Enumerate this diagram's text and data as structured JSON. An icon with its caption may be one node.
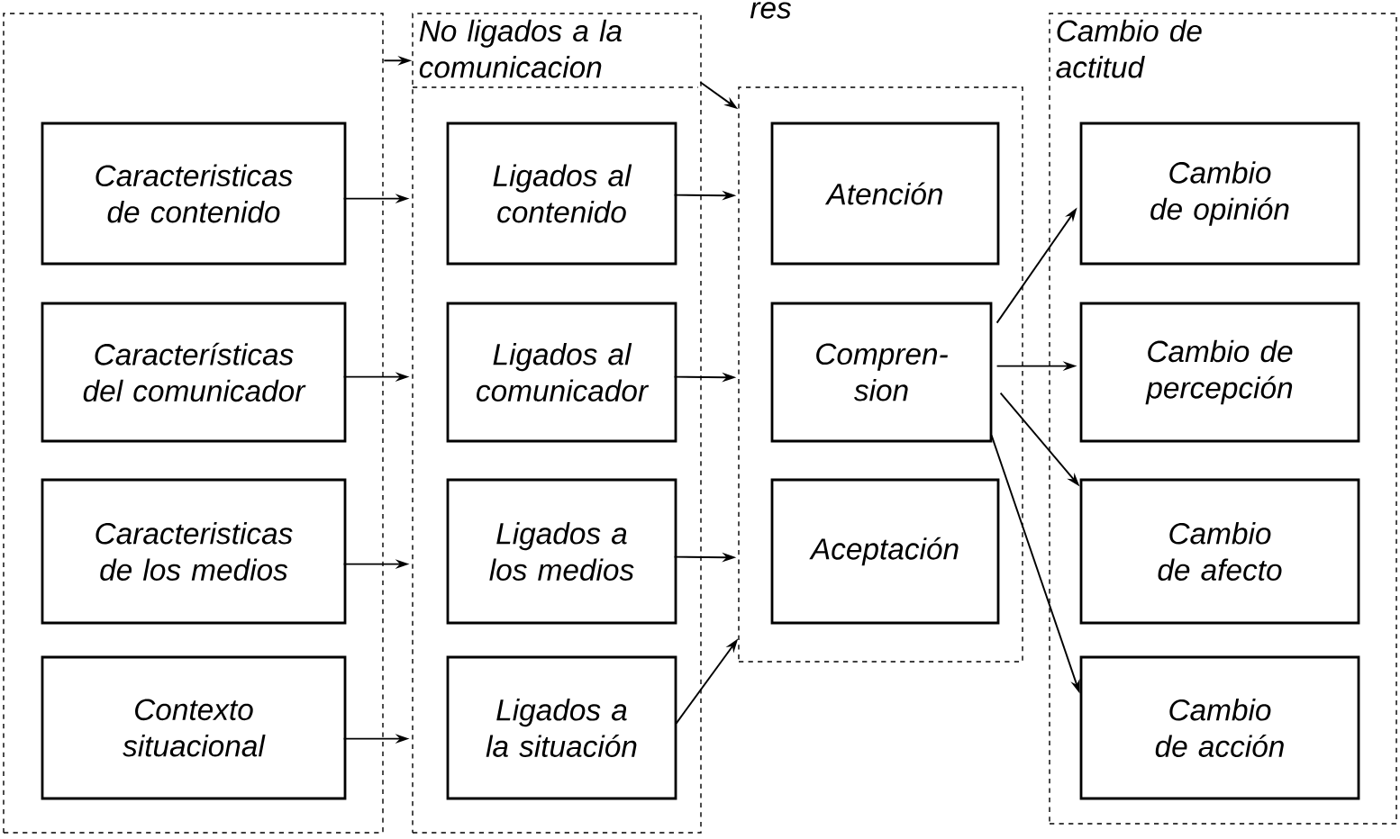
{
  "diagram": {
    "nodes": [
      {
        "text": [],
        "shape": "box"
      },
      {
        "text": [
          "Caracteristicas de contenido"
        ],
        "in": 0
      },
      {
        "text": [
          "Características del comunicador"
        ],
        "in": 0
      },
      {
        "text": [
          "Caracteristicas de los medios"
        ],
        "in": 0
      },
      {
        "text": [
          "Contexto situacional"
        ],
        "in": 0
      },
      {
        "text": [
          "No ligados a la comunicacion"
        ]
      },
      {
        "text": [
          "Ligados al contenido"
        ],
        "in": 5
      },
      {
        "text": [
          "Ligados al comunicador"
        ],
        "in": 5
      },
      {
        "text": [
          "Ligados a los medios"
        ],
        "in": 5
      },
      {
        "text": [
          "Ligados a la situación"
        ],
        "in": 5
      },
      {
        "text": [],
        "shape": "box"
      },
      {
        "text": [
          "Atención"
        ],
        "in": 10
      },
      {
        "text": [
          "Compren- sion"
        ],
        "in": 10
      },
      {
        "text": [
          "Aceptación"
        ],
        "in": 10
      },
      {
        "text": [
          "Cambio de actitud"
        ]
      },
      {
        "text": [
          "Cambio de opinión"
        ],
        "in": 14
      },
      {
        "text": [
          "Cambio de percepción"
        ],
        "in": 14
      },
      {
        "text": [
          "Cambio de afecto"
        ],
        "in": 14
      },
      {
        "text": [
          "Cambio de acción"
        ],
        "in": 14
      }
    ],
    "edges": [
      {
        "from": 0,
        "to": 5,
        "arrow": "to"
      },
      {
        "from": 5,
        "to": 10,
        "arrow": "to"
      },
      {
        "from": 1,
        "to": 6,
        "arrow": "to"
      },
      {
        "from": 2,
        "to": 7,
        "arrow": "to"
      },
      {
        "from": 3,
        "to": 8,
        "arrow": "to"
      },
      {
        "from": 4,
        "to": 9,
        "arrow": "to"
      },
      {
        "from": 6,
        "to": 10,
        "arrow": "to"
      },
      {
        "from": 7,
        "to": 10,
        "arrow": "to"
      },
      {
        "from": 8,
        "to": 10,
        "arrow": "to"
      },
      {
        "from": 9,
        "to": 10,
        "arrow": "to"
      },
      {
        "from": 12,
        "to": 15,
        "arrow": "to"
      },
      {
        "from": 12,
        "to": 16,
        "arrow": "to"
      },
      {
        "from": 12,
        "to": 17,
        "arrow": "to"
      },
      {
        "from": 12,
        "to": 18,
        "arrow": "to"
      }
    ],
    "labels": [
      "res"
    ]
  }
}
